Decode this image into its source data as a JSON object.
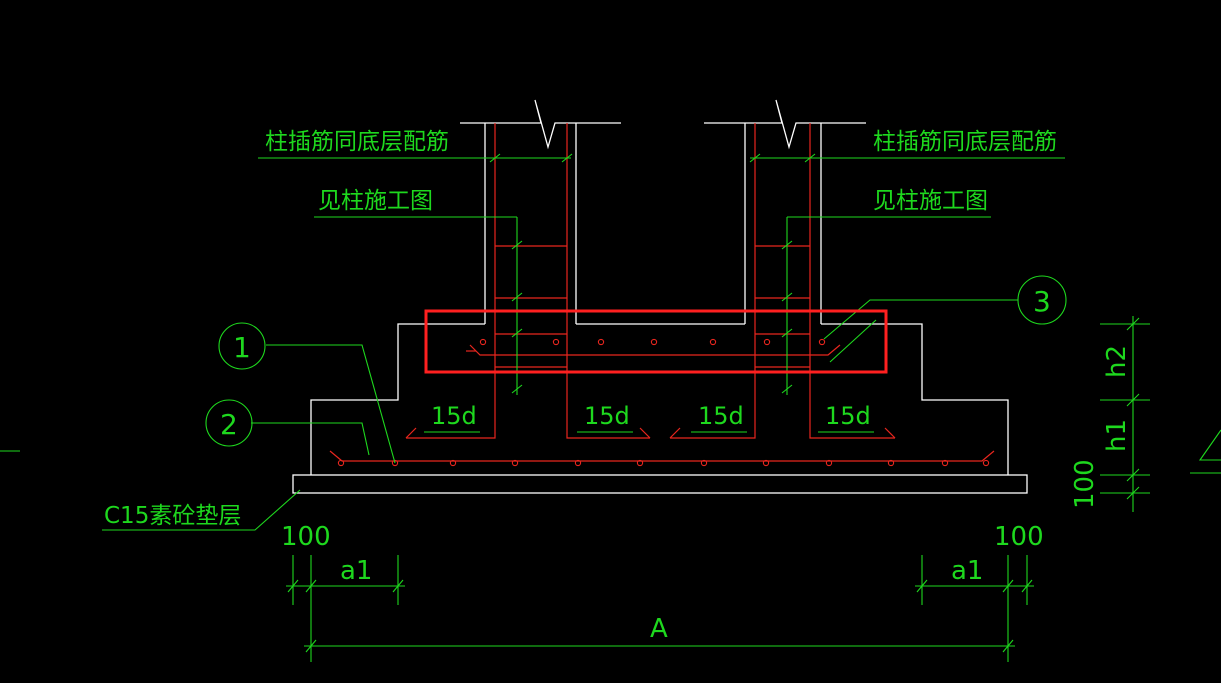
{
  "labels": {
    "column_dowel_left": "柱插筋同底层配筋",
    "column_dowel_right": "柱插筋同底层配筋",
    "see_column_left": "见柱施工图",
    "see_column_right": "见柱施工图",
    "cushion_layer": "C15素砼垫层"
  },
  "anchorage": [
    "15d",
    "15d",
    "15d",
    "15d"
  ],
  "callouts": [
    "1",
    "2",
    "3"
  ],
  "dimensions": {
    "offset_left": "100",
    "offset_right": "100",
    "a1_left": "a1",
    "a1_right": "a1",
    "width": "A",
    "h1": "h1",
    "h2": "h2",
    "cushion_thickness": "100"
  },
  "colors": {
    "background": "#000000",
    "concrete_outline": "#ffffff",
    "rebar": "#e8261e",
    "annotation": "#1ed81e",
    "highlight": "#ff2020"
  }
}
